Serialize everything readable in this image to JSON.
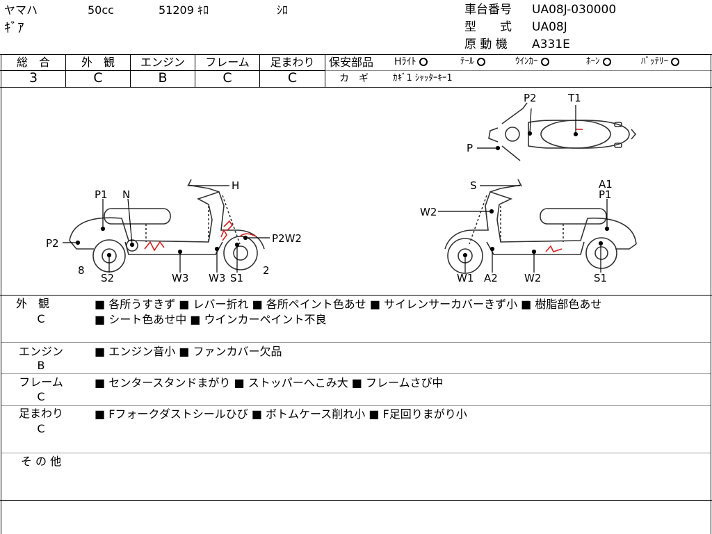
{
  "header": {
    "maker": "ヤマハ",
    "displacement": "50cc",
    "mileage": "51209 ｷﾛ",
    "color": "ｼﾛ",
    "model_name": "ｷﾞｱ",
    "frame_label": "車台番号",
    "frame_value": "UA08J-030000",
    "type_label": "型　　式",
    "type_value": "UA08J",
    "engine_label": "原 動 機",
    "engine_value": "A331E"
  },
  "grades": [
    {
      "label": "総　合",
      "value": "3"
    },
    {
      "label": "外　観",
      "value": "C"
    },
    {
      "label": "エンジン",
      "value": "B"
    },
    {
      "label": "フレーム",
      "value": "C"
    },
    {
      "label": "足まわり",
      "value": "C"
    }
  ],
  "safety": {
    "title": "保安部品",
    "items": [
      "Hﾗｲﾄ",
      "ﾃｰﾙ",
      "ｳｲﾝｶｰ",
      "ﾎｰﾝ",
      "ﾊﾞｯﾃﾘｰ"
    ],
    "key_label": "カ　ギ",
    "key_value": "ｶｷﾞ1 ｼｬｯﾀｰｷｰ1"
  },
  "diagram_labels": {
    "top": [
      "P2",
      "T1",
      "P"
    ],
    "left": [
      "P1",
      "N",
      "H",
      "P2",
      "P2W2",
      "8",
      "2",
      "S2",
      "W3",
      "W3",
      "S1"
    ],
    "right": [
      "S",
      "A1",
      "P1",
      "W2",
      "W1",
      "A2",
      "W2",
      "S1"
    ]
  },
  "sections": [
    {
      "label": "外　観",
      "grade": "C",
      "lines": [
        "■ 各所うすきず ■ レバー折れ ■ 各所ペイント色あせ ■ サイレンサーカバーきず小 ■ 樹脂部色あせ",
        "■ シート色あせ中 ■ ウインカーペイント不良"
      ]
    },
    {
      "label": "エンジン",
      "grade": "B",
      "lines": [
        "■ エンジン音小 ■ ファンカバー欠品"
      ]
    },
    {
      "label": "フレーム",
      "grade": "C",
      "lines": [
        "■ センタースタンドまがり ■ ストッパーへこみ大 ■ フレームさび中"
      ]
    },
    {
      "label": "足まわり",
      "grade": "C",
      "lines": [
        "■ Fフォークダストシールひび ■ ボトムケース削れ小 ■ F足回りまがり小"
      ]
    },
    {
      "label": "そ の 他",
      "grade": "",
      "lines": []
    }
  ]
}
